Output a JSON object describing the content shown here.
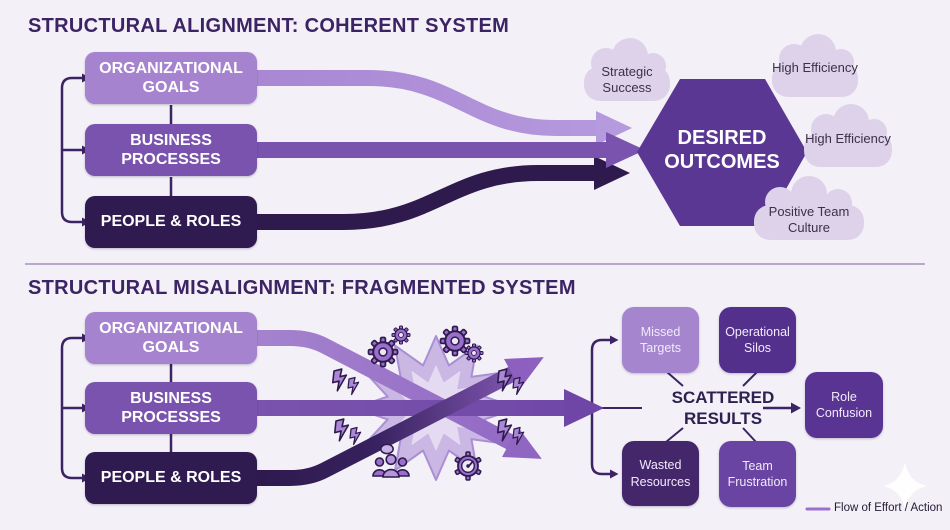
{
  "aligned": {
    "title": "STRUCTURAL ALIGNMENT: COHERENT SYSTEM",
    "outcome": "DESIRED OUTCOMES",
    "clouds": [
      "Strategic Success",
      "High Efficiency",
      "High Efficiency",
      "Positive Team Culture"
    ]
  },
  "misaligned": {
    "title": "STRUCTURAL MISALIGNMENT: FRAGMENTED SYSTEM",
    "center": "SCATTERED RESULTS",
    "results": [
      "Missed Targets",
      "Operational Silos",
      "Role Confusion",
      "Wasted Resources",
      "Team Frustration"
    ]
  },
  "inputs": [
    "ORGANIZATIONAL GOALS",
    "BUSINESS PROCESSES",
    "PEOPLE & ROLES"
  ],
  "legend": {
    "label": "Flow of Effort / Action"
  },
  "icons": [
    "gear-icon",
    "lightning-icon",
    "people-icon",
    "gauge-icon",
    "cloud-icon",
    "starburst-icon",
    "sparkle-icon"
  ],
  "colors": {
    "background": "#f3f0f7",
    "title_text": "#3b2364",
    "box_goals": "#a583ce",
    "box_processes": "#7a53ae",
    "box_people": "#2f1b50",
    "hexagon": "#5b3794",
    "cloud_fill": "#ddd2ea",
    "cloud_text": "#3a3147",
    "arrow_light": "#a888d4",
    "arrow_medium": "#7a53ae",
    "arrow_dark": "#2e1a4d",
    "burst_fill": "#cbb7e3",
    "connector": "#3b2364",
    "divider": "#b8a8cd",
    "result_missed": "#a685cf",
    "result_silos": "#53308c",
    "result_role": "#5a3492",
    "result_wasted": "#44276b",
    "result_frustration": "#6a44a3",
    "legend_line": "#9b6fd0",
    "legend_text": "#241a35"
  }
}
